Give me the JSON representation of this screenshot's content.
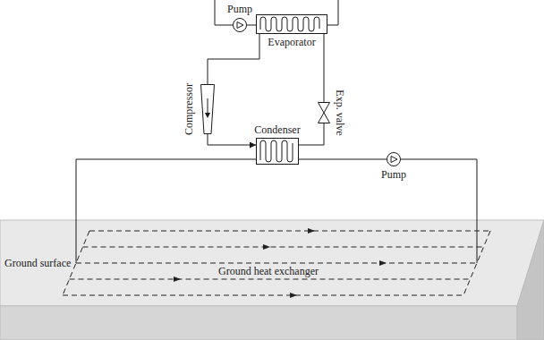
{
  "diagram": {
    "nodes": [
      {
        "text": [
          "Pump"
        ]
      },
      {
        "text": [
          "Evaporator"
        ]
      },
      {
        "text": [
          "Compressor"
        ]
      },
      {
        "text": [
          "Exp. valve"
        ]
      },
      {
        "text": [
          "Condenser"
        ]
      },
      {
        "text": [
          "Pump"
        ]
      }
    ],
    "edges": [
      {
        "from": 0,
        "to": 1,
        "arrow": "none"
      },
      {
        "from": 1,
        "to": 2,
        "arrow": "none"
      },
      {
        "from": 2,
        "to": 4,
        "arrow": "to"
      },
      {
        "from": 4,
        "to": 3,
        "arrow": "none"
      },
      {
        "from": 3,
        "to": 1,
        "arrow": "none"
      },
      {
        "from": 4,
        "to": 5,
        "arrow": "none"
      }
    ],
    "labels": [
      "Ground surface",
      "Ground heat exchanger"
    ]
  }
}
